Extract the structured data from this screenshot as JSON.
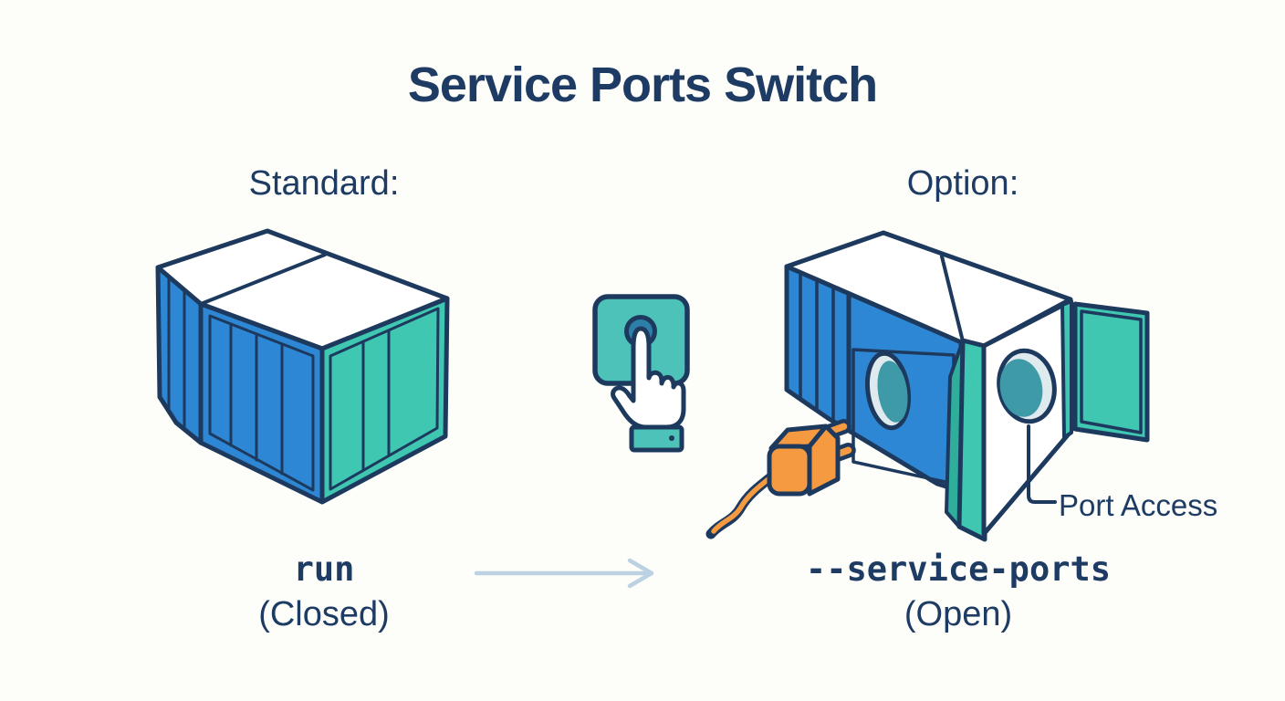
{
  "title": "Service Ports Switch",
  "left_column": {
    "heading": "Standard:",
    "command": "run",
    "state": "(Closed)",
    "illustration": "closed-container"
  },
  "middle": {
    "button_icon": "push-button-with-hand",
    "arrow_icon": "arrow-right"
  },
  "right_column": {
    "heading": "Option:",
    "command": "--service-ports",
    "state": "(Open)",
    "port_label": "Port Access",
    "illustration": "open-container-with-plug-and-door"
  },
  "palette": {
    "navy": "#1d3a5e",
    "text": "#1d3b63",
    "blue": "#2e87d4",
    "teal": "#3fc7b1",
    "tealDark": "#2fae9c",
    "buttonTeal": "#4cc2b8",
    "buttonCircle": "#2d7fa9",
    "portTeal": "#3f9aa8",
    "portLight": "#dfeaee",
    "orange": "#f59a40",
    "arrow": "#bcd2e2",
    "bg": "#fdfdfa"
  }
}
